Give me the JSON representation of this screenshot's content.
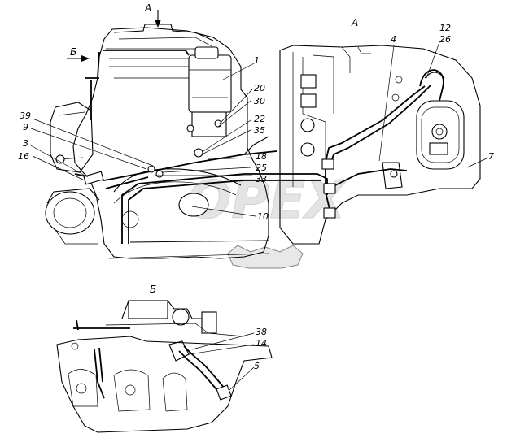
{
  "view_labels": {
    "a_arrow": "А",
    "b_arrow": "Б",
    "a_view": "А",
    "b_view": "Б"
  },
  "callouts": {
    "c1": "1",
    "c20": "20",
    "c30": "30",
    "c22": "22",
    "c35": "35",
    "c18": "18",
    "c25": "25",
    "c33": "33",
    "c10": "10",
    "c39": "39",
    "c9": "9",
    "c3": "3",
    "c16": "16",
    "c4": "4",
    "c12": "12",
    "c26": "26",
    "c7": "7",
    "c38": "38",
    "c14": "14",
    "c5": "5"
  },
  "watermark": {
    "text": "OPEX",
    "color": "#d9d9d9"
  }
}
